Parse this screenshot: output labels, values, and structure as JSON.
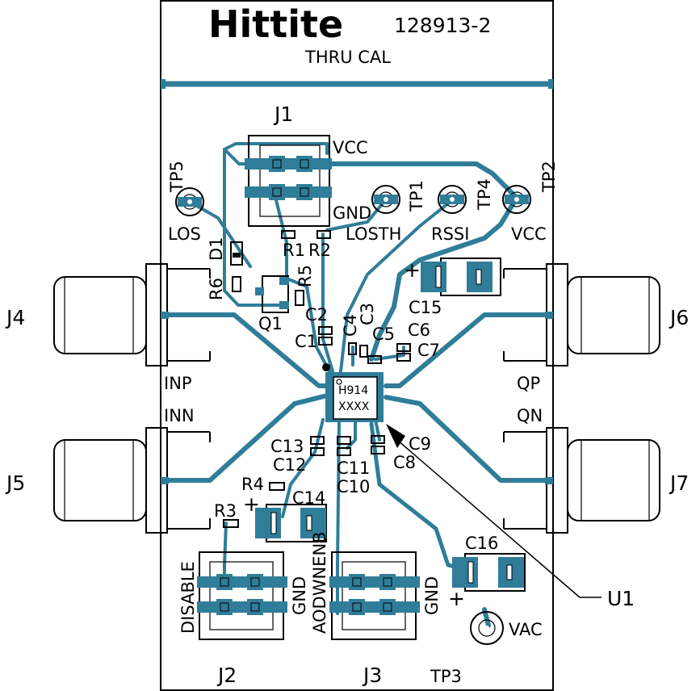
{
  "header": {
    "logo": "Hittite",
    "part_number": "128913-2",
    "thru_cal": "THRU CAL"
  },
  "connectors": {
    "j1": "J1",
    "j2": "J2",
    "j3": "J3",
    "j4": "J4",
    "j5": "J5",
    "j6": "J6",
    "j7": "J7"
  },
  "test_points": {
    "tp1": "TP1",
    "tp2": "TP2",
    "tp3": "TP3",
    "tp4": "TP4",
    "tp5": "TP5"
  },
  "net_labels": {
    "vcc_j1": "VCC",
    "gnd_j1": "GND",
    "los": "LOS",
    "losth": "LOSTH",
    "rssi": "RSSI",
    "vcc_tp2": "VCC",
    "inp": "INP",
    "inn": "INN",
    "qp": "QP",
    "qn": "QN",
    "disable": "DISABLE",
    "gnd_j2": "GND",
    "aodwnenb": "AODWNENB",
    "gnd_j3": "GND",
    "vac": "VAC",
    "plus_c15": "+",
    "plus_c14": "+",
    "plus_c16": "+"
  },
  "components": {
    "d1": "D1",
    "r1": "R1",
    "r2": "R2",
    "r3": "R3",
    "r4": "R4",
    "r5": "R5",
    "r6": "R6",
    "q1": "Q1",
    "c1": "C1",
    "c2": "C2",
    "c3": "C3",
    "c4": "C4",
    "c5": "C5",
    "c6": "C6",
    "c7": "C7",
    "c8": "C8",
    "c9": "C9",
    "c10": "C10",
    "c11": "C11",
    "c12": "C12",
    "c13": "C13",
    "c14": "C14",
    "c15": "C15",
    "c16": "C16",
    "u1": "U1"
  },
  "ic": {
    "line1": "H914",
    "line2": "XXXX"
  },
  "colors": {
    "copper": "#2f7d99",
    "silkscreen": "#000000",
    "board": "#ffffff"
  }
}
